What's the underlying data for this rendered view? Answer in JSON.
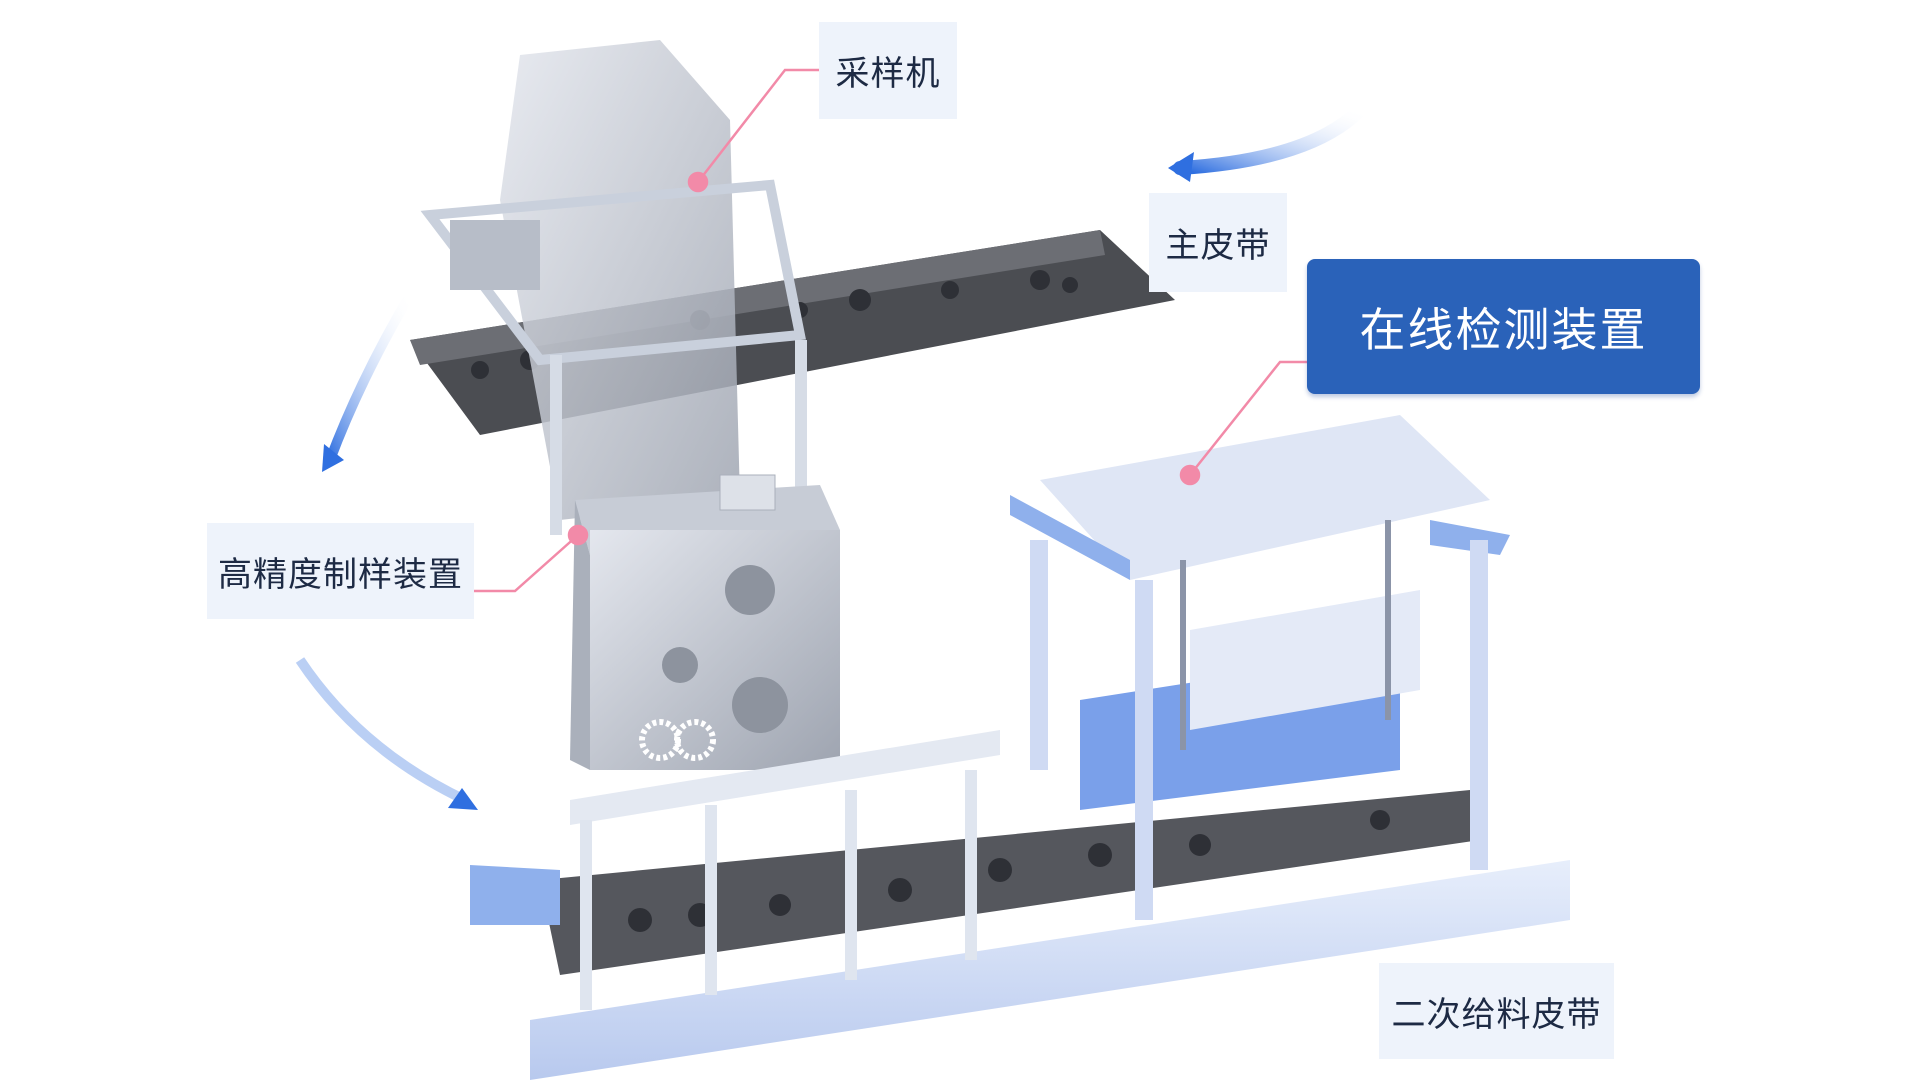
{
  "labels": {
    "sampler": "采样机",
    "main_belt": "主皮带",
    "online_detector": "在线检测装置",
    "sample_prep": "高精度制样装置",
    "secondary_belt": "二次给料皮带"
  },
  "colors": {
    "accent": "#2a62b9",
    "leader": "#f28aa8",
    "arrow": "#2f6fe0"
  }
}
